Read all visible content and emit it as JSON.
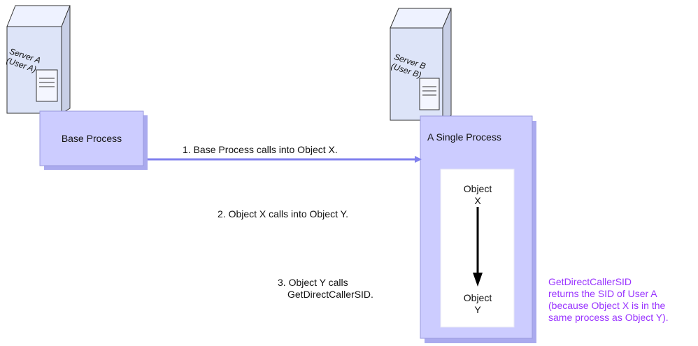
{
  "servers": [
    {
      "name": "Server A",
      "user": "(User A)"
    },
    {
      "name": "Server B",
      "user": "(User B)"
    }
  ],
  "base_process": {
    "label": "Base Process"
  },
  "single_process": {
    "label": "A Single Process"
  },
  "objects": {
    "x": {
      "line1": "Object",
      "line2": "X"
    },
    "y": {
      "line1": "Object",
      "line2": "Y"
    }
  },
  "steps": {
    "step1": "1. Base Process calls into Object X.",
    "step2": "2.  Object X calls into Object Y.",
    "step3_line1": "3.  Object Y calls",
    "step3_line2": "GetDirectCallerSID."
  },
  "note": {
    "line1": "GetDirectCallerSID",
    "line2": "returns the SID of User A",
    "line3": "(because Object X is in the",
    "line4": "same process as Object Y)."
  },
  "colors": {
    "note_text": "#9933ff",
    "process_fill": "#ccccff",
    "process_border": "#9999dd",
    "connector": "#8080ee"
  }
}
